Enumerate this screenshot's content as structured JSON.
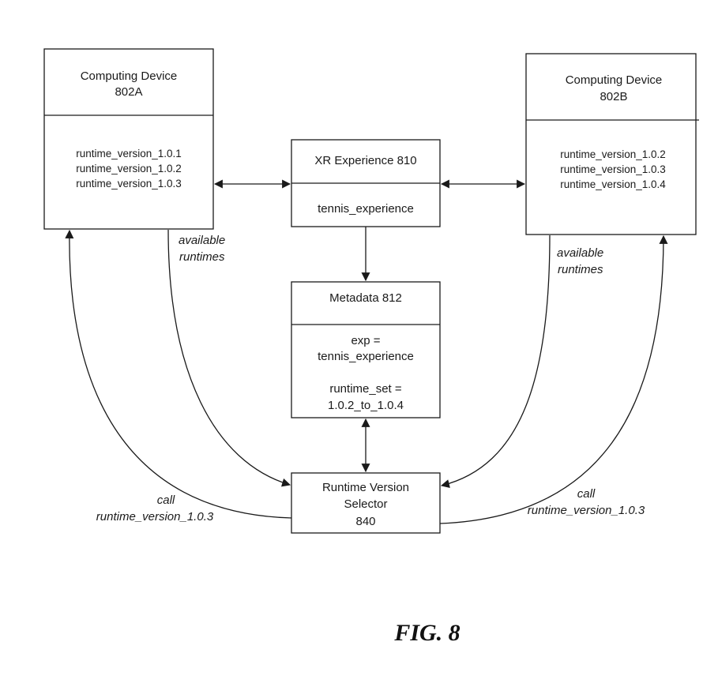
{
  "figure_label": "FIG. 8",
  "nodes": {
    "device_a": {
      "title_line1": "Computing Device",
      "title_line2": "802A",
      "runtimes": [
        "runtime_version_1.0.1",
        "runtime_version_1.0.2",
        "runtime_version_1.0.3"
      ]
    },
    "device_b": {
      "title_line1": "Computing Device",
      "title_line2": "802B",
      "runtimes": [
        "runtime_version_1.0.2",
        "runtime_version_1.0.3",
        "runtime_version_1.0.4"
      ]
    },
    "xr_experience": {
      "title": "XR Experience 810",
      "content": "tennis_experience"
    },
    "metadata": {
      "title": "Metadata 812",
      "lines": [
        "exp =",
        "tennis_experience",
        "runtime_set =",
        "1.0.2_to_1.0.4"
      ]
    },
    "selector": {
      "lines": [
        "Runtime Version",
        "Selector",
        "840"
      ]
    }
  },
  "edge_labels": {
    "left_available": [
      "available",
      "runtimes"
    ],
    "right_available": [
      "available",
      "runtimes"
    ],
    "left_call": [
      "call",
      "runtime_version_1.0.3"
    ],
    "right_call": [
      "call",
      "runtime_version_1.0.3"
    ]
  }
}
